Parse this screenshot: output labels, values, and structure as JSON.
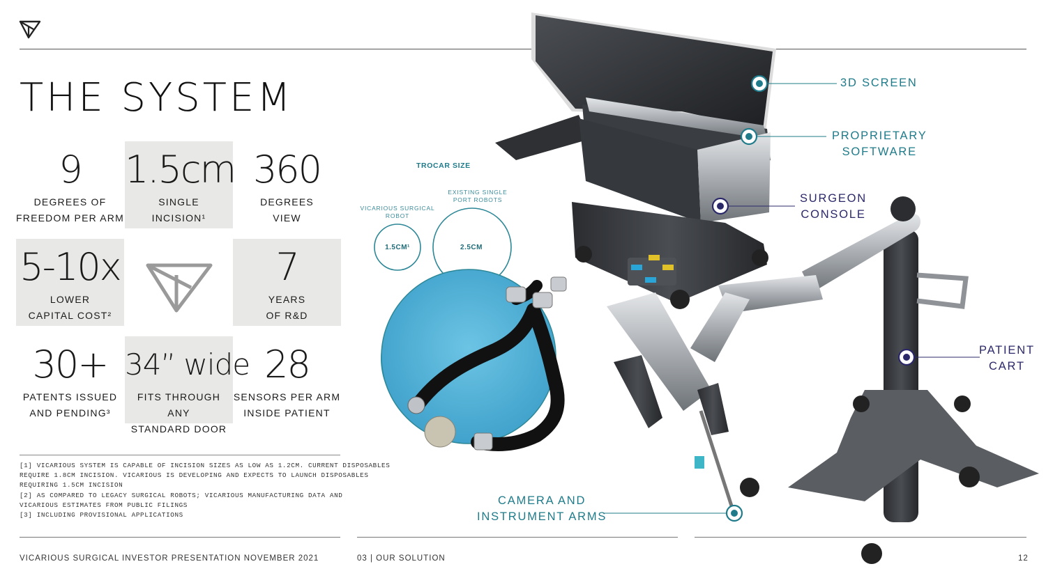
{
  "title": "THE SYSTEM",
  "stats": [
    {
      "value": "9",
      "line1": "DEGREES OF",
      "line2": "FREEDOM PER ARM"
    },
    {
      "value": "1.5cm",
      "line1": "SINGLE",
      "line2": "INCISION¹"
    },
    {
      "value": "360",
      "line1": "DEGREES",
      "line2": "VIEW"
    },
    {
      "value": "5-10x",
      "line1": "LOWER",
      "line2": "CAPITAL COST²"
    },
    {
      "value": "7",
      "line1": "YEARS",
      "line2": "OF R&D"
    },
    {
      "value": "30+",
      "line1": "PATENTS ISSUED",
      "line2": "AND PENDING³"
    },
    {
      "value": "34” wide",
      "line1": "FITS THROUGH ANY",
      "line2": "STANDARD DOOR"
    },
    {
      "value": "28",
      "line1": "SENSORS PER ARM",
      "line2": "INSIDE PATIENT"
    }
  ],
  "footnotes": [
    "[1] VICARIOUS SYSTEM IS CAPABLE OF INCISION SIZES AS LOW AS 1.2CM. CURRENT DISPOSABLES",
    "REQUIRE 1.8CM INCISION. VICARIOUS IS DEVELOPING AND EXPECTS TO LAUNCH DISPOSABLES",
    "REQUIRING 1.5CM INCISION",
    "[2] AS COMPARED TO LEGACY SURGICAL ROBOTS; VICARIOUS MANUFACTURING DATA AND",
    "VICARIOUS ESTIMATES FROM PUBLIC FILINGS",
    "[3] INCLUDING PROVISIONAL APPLICATIONS"
  ],
  "trocar": {
    "title": "TROCAR SIZE",
    "vicarious_label_1": "VICARIOUS SURGICAL",
    "vicarious_label_2": "ROBOT",
    "vicarious_value": "1.5CM¹",
    "existing_label_1": "EXISTING SINGLE",
    "existing_label_2": "PORT ROBOTS",
    "existing_value": "2.5CM"
  },
  "callouts": {
    "screen": "3D SCREEN",
    "software_1": "PROPRIETARY",
    "software_2": "SOFTWARE",
    "console_1": "SURGEON",
    "console_2": "CONSOLE",
    "cart_1": "PATIENT",
    "cart_2": "CART",
    "arms_1": "CAMERA AND",
    "arms_2": "INSTRUMENT ARMS"
  },
  "colors": {
    "teal": "#1f7b8a",
    "navy": "#2b2869",
    "shade": "#e8e8e6"
  },
  "footer": {
    "left": "VICARIOUS SURGICAL INVESTOR PRESENTATION NOVEMBER 2021",
    "section": "03 | OUR SOLUTION",
    "page": "12"
  }
}
